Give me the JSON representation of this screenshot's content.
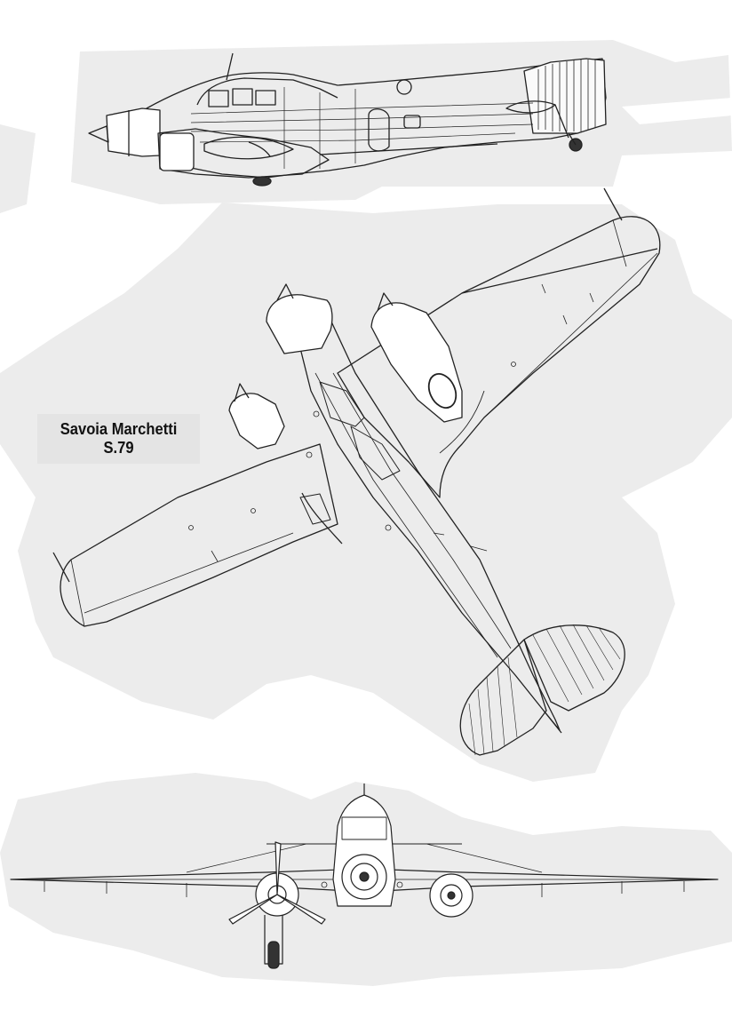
{
  "caption": {
    "line1": "Savoia Marchetti",
    "line2": "S.79"
  },
  "colors": {
    "background": "#ffffff",
    "paper_tone": "#ececec",
    "caption_box": "#e4e4e4",
    "ink": "#222222"
  },
  "views": [
    {
      "id": "side-view",
      "label": ""
    },
    {
      "id": "plan-view",
      "label": ""
    },
    {
      "id": "front-view",
      "label": ""
    }
  ]
}
